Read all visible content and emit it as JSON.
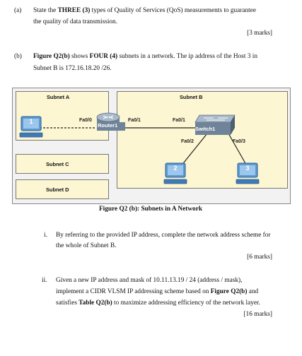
{
  "part_a": {
    "label": "(a)",
    "line1_pre": "State the ",
    "line1_bold": "THREE (3)",
    "line1_post": " types of Quality of Services (QoS) measurements to guarantee",
    "line2": "the quality of data transmission.",
    "marks": "[3 marks]"
  },
  "part_b": {
    "label": "(b)",
    "line1_bold1": "Figure Q2(b)",
    "line1_mid": " shows ",
    "line1_bold2": "FOUR (4)",
    "line1_post": " subnets in a network. The ip address of the Host 3 in",
    "line2": "Subnet B is 172.16.18.20 /26."
  },
  "figure": {
    "subnet_a": "Subnet A",
    "subnet_b": "Subnet B",
    "subnet_c": "Subnet C",
    "subnet_d": "Subnet D",
    "router": "Router1",
    "switch": "Switch1",
    "port_fa00": "Fa0/0",
    "port_fa01_router": "Fa0/1",
    "port_fa01_switch": "Fa0/1",
    "port_fa02": "Fa0/2",
    "port_fa03": "Fa0/3",
    "host1": "1",
    "host2": "2",
    "host3": "3",
    "caption": "Figure Q2 (b): Subnets in A Network"
  },
  "question_i": {
    "label": "i.",
    "line1": "By referring to the provided IP address, complete the network address scheme for",
    "line2": "the whole of Subnet B.",
    "marks": "[6 marks]"
  },
  "question_ii": {
    "label": "ii.",
    "line1": "Given a new IP address and mask of 10.11.13.19 / 24 (address / mask),",
    "line2_pre": "implement a CIDR VLSM IP addressing scheme based on ",
    "line2_bold": "Figure Q2(b)",
    "line2_post": " and",
    "line3_pre": "satisfies ",
    "line3_bold": "Table Q2(b)",
    "line3_post": " to maximize addressing efficiency of the network layer.",
    "marks": "[16 marks]"
  }
}
